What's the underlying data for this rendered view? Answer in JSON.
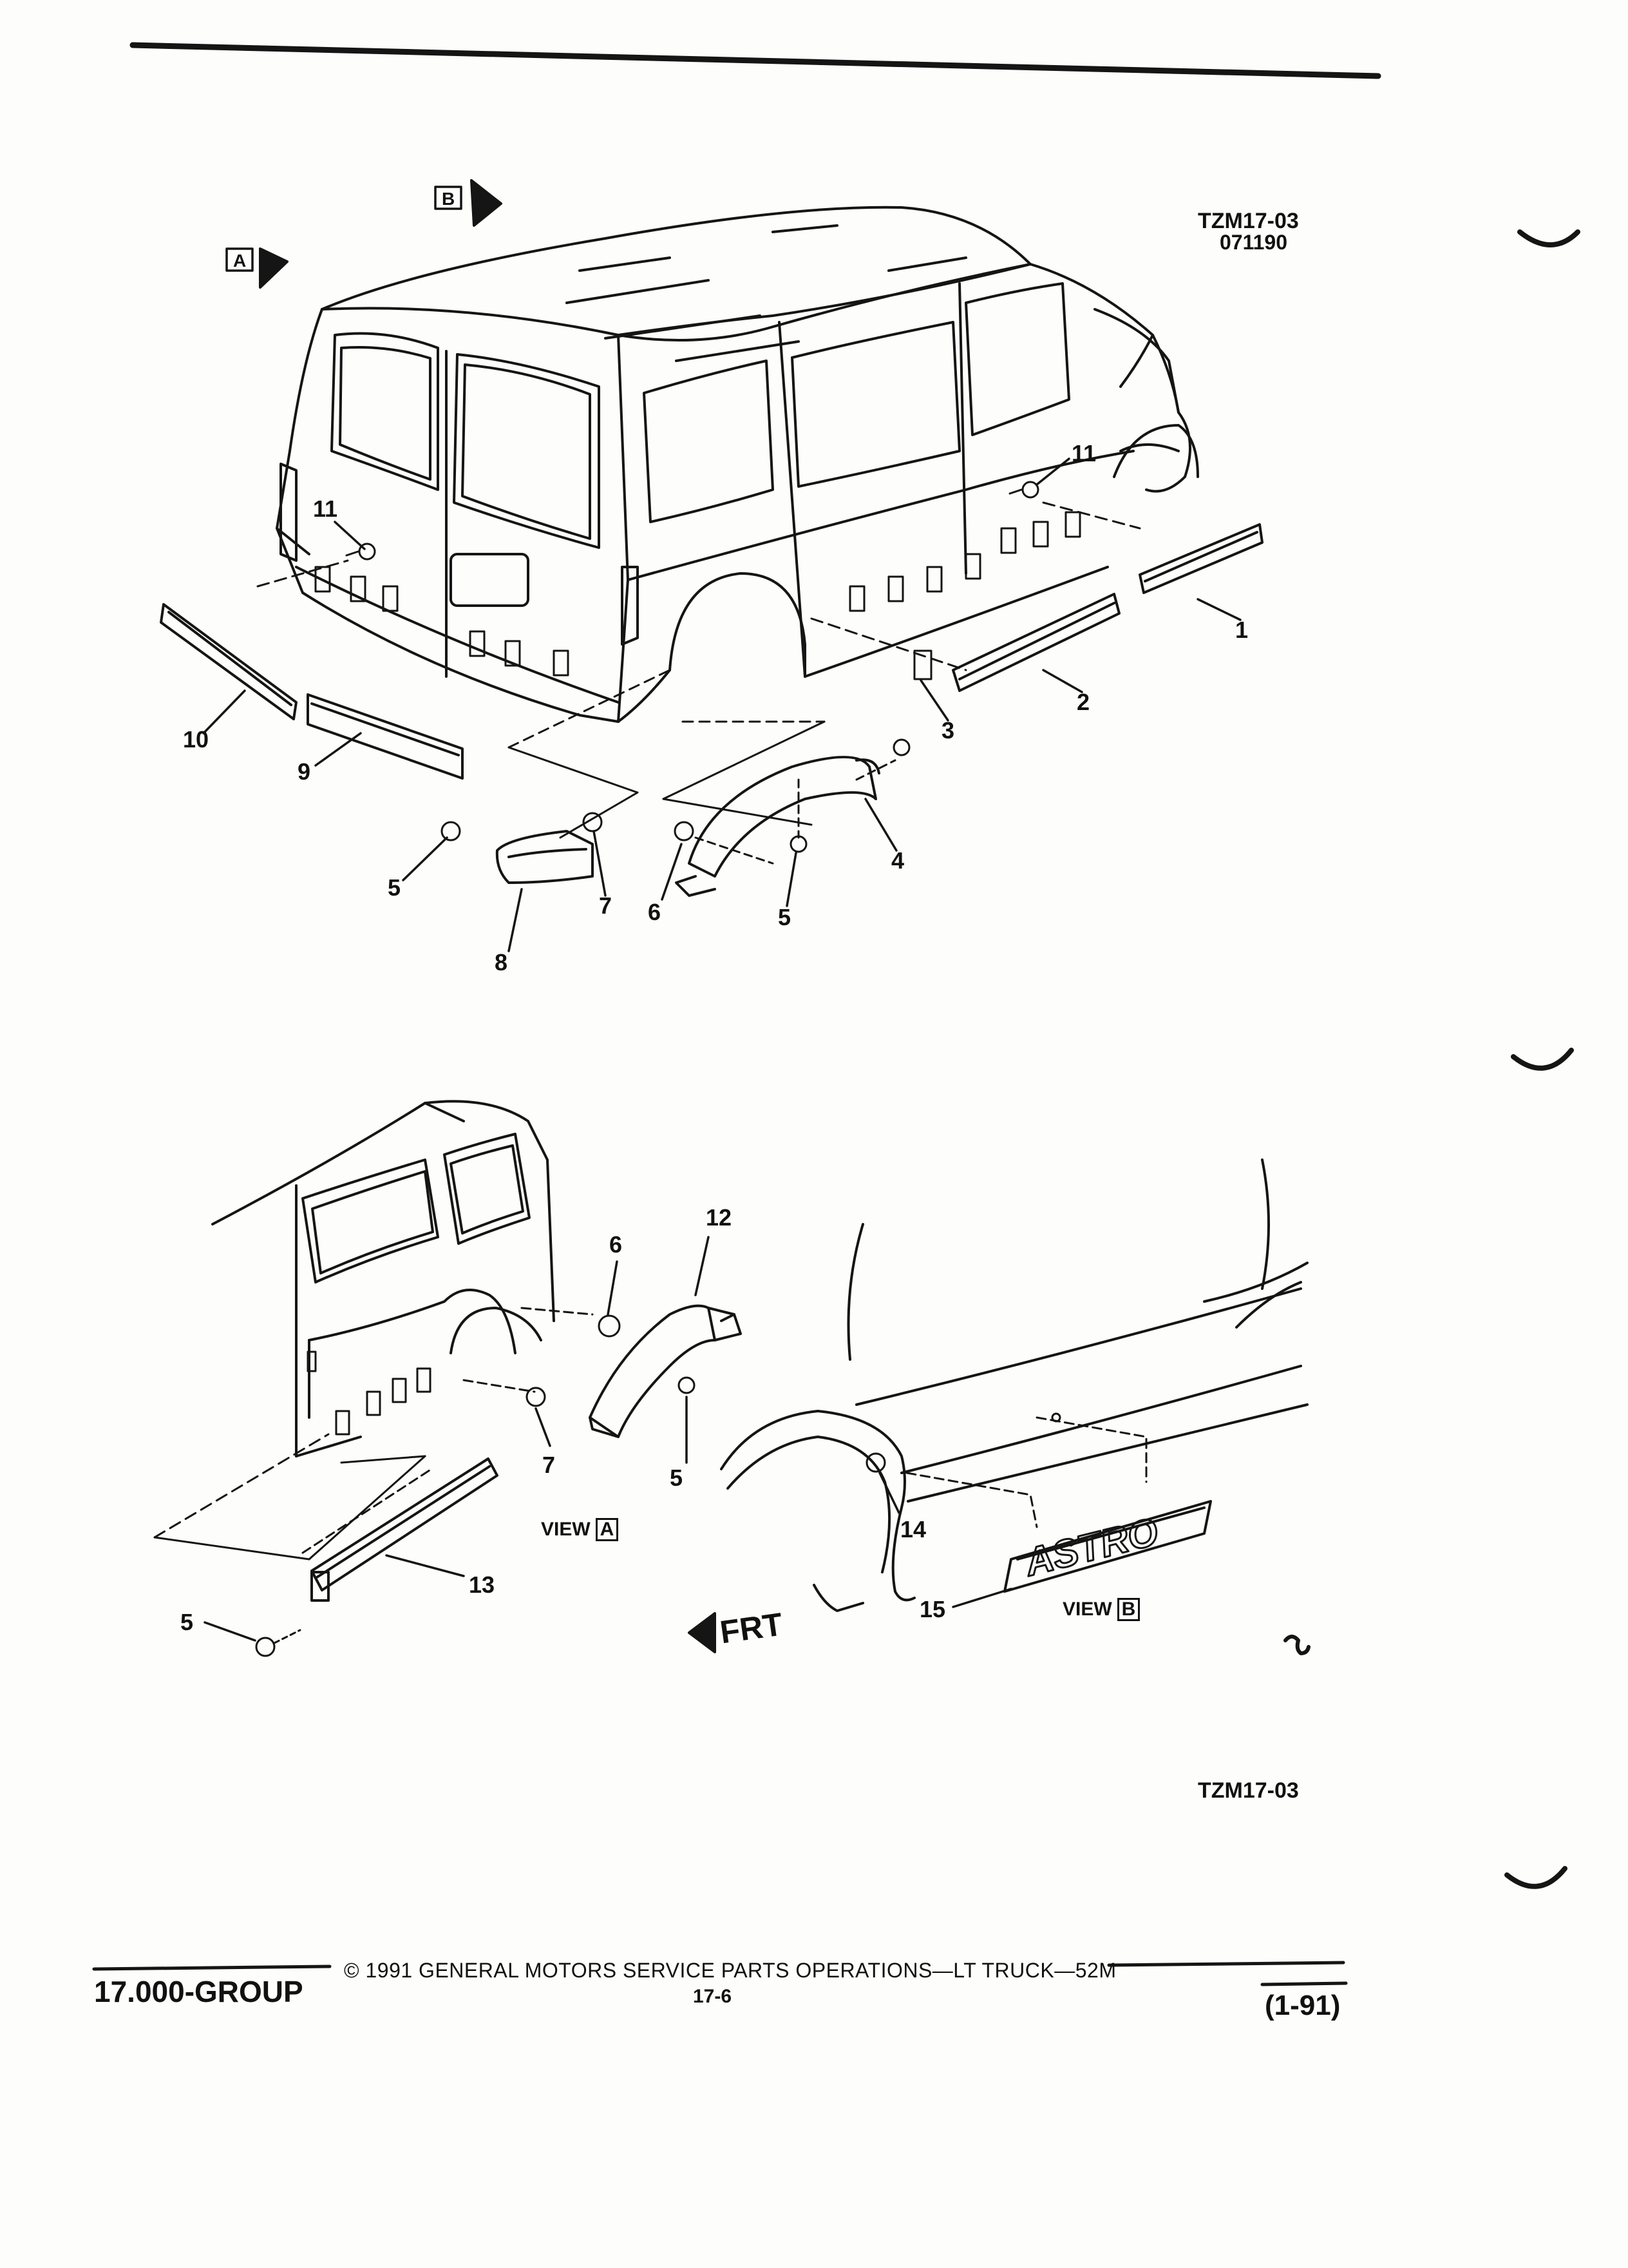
{
  "figure": {
    "code_top": "TZM17-03",
    "date_code": "071190",
    "code_bottom": "TZM17-03",
    "view_a_word": "VIEW",
    "view_a_letter": "A",
    "view_b_word": "VIEW",
    "view_b_letter": "B",
    "front_label": "FRT",
    "arrow_a_letter": "A",
    "arrow_b_letter": "B",
    "emblem_text": "ASTRO"
  },
  "callouts_top": [
    "11",
    "11",
    "1",
    "2",
    "3",
    "4",
    "5",
    "6",
    "5",
    "7",
    "8",
    "9",
    "10"
  ],
  "callouts_bottom": [
    "6",
    "12",
    "7",
    "5",
    "13",
    "5",
    "14",
    "15"
  ],
  "footer": {
    "group": "17.000-GROUP",
    "copyright": "© 1991 GENERAL MOTORS SERVICE PARTS OPERATIONS—LT TRUCK—52M",
    "page": "17-6",
    "revision": "(1-91)"
  }
}
